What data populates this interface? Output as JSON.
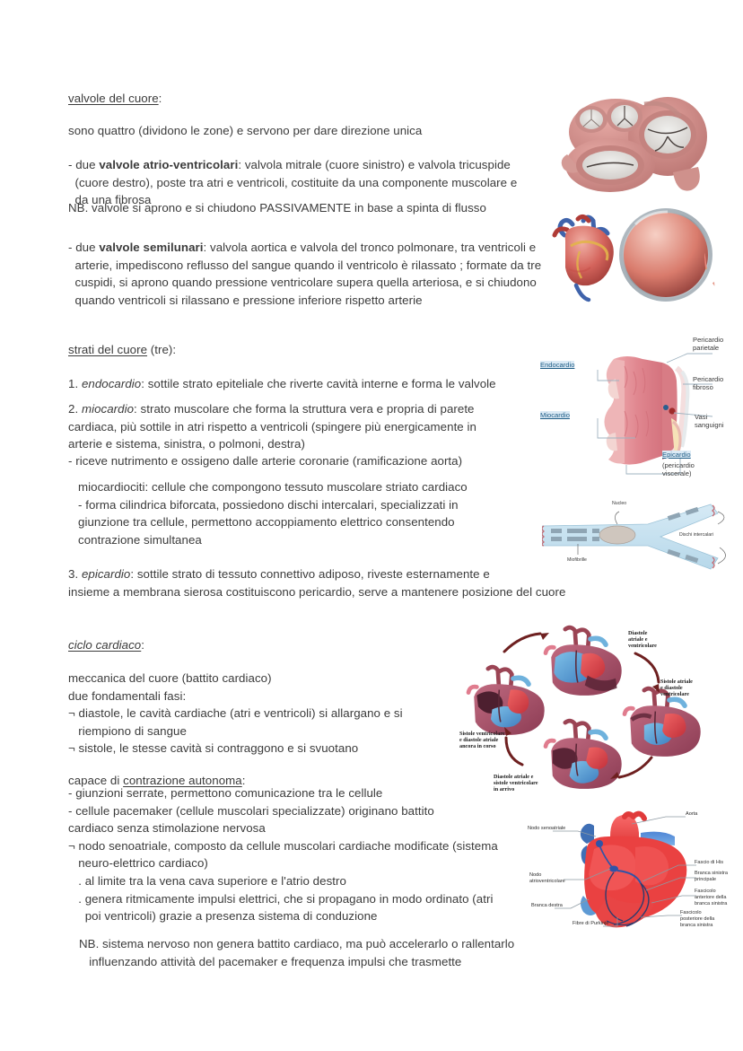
{
  "document": {
    "language": "it",
    "topic": "Anatomia del cuore - valvole, strati, ciclo cardiaco"
  },
  "sections": {
    "valvole": {
      "heading": "valvole del cuore",
      "heading_suffix": ":",
      "intro": "sono quattro (dividono le zone) e servono per dare direzione unica",
      "bullet1_prefix": "- due ",
      "bullet1_bold": "valvole atrio-ventricolari",
      "bullet1_rest": ": valvola mitrale (cuore sinistro) e valvola tricuspide\n  (cuore destro), poste tra atri e ventricoli, costituite da una componente muscolare e\n  da una fibrosa",
      "nb1": "NB. valvole si aprono e si chiudono PASSIVAMENTE in base a spinta di flusso",
      "bullet2_prefix": "- due ",
      "bullet2_bold": "valvole semilunari",
      "bullet2_rest": ": valvola aortica e valvola del tronco polmonare, tra ventricoli e\n  arterie, impediscono reflusso del sangue quando il ventricolo è rilassato ; formate da tre\n  cuspidi, si aprono quando pressione ventricolare supera quella arteriosa, e si chiudono\n  quando ventricoli si rilassano e pressione inferiore rispetto arterie"
    },
    "strati": {
      "heading": "strati del cuore",
      "heading_suffix": " (tre):",
      "item1_num": "1. ",
      "item1_term": "endocardio",
      "item1_rest": ": sottile strato epiteliale che riverte cavità interne e forma le valvole",
      "item2_num": "2. ",
      "item2_term": "miocardio",
      "item2_rest": ": strato muscolare che forma la struttura vera e propria di parete\ncardiaca, più sottile in atri rispetto a ventricoli (spingere più energicamente in\narterie e sistema, sinistra, o polmoni, destra)",
      "item2_sub": "- riceve nutrimento e ossigeno dalle arterie coronarie (ramificazione aorta)",
      "mio_block": "miocardiociti: cellule che compongono tessuto muscolare striato cardiaco\n- forma cilindrica biforcata, possiedono dischi intercalari, specializzati in\ngiunzione tra cellule, permettono accoppiamento elettrico consentendo\ncontrazione simultanea",
      "item3_num": "3. ",
      "item3_term": "epicardio",
      "item3_rest": ": sottile strato di tessuto connettivo adiposo, riveste esternamente e\ninsieme a membrana sierosa costituiscono pericardio, serve a mantenere posizione del cuore"
    },
    "ciclo": {
      "heading": "ciclo cardiaco",
      "heading_suffix": ":",
      "para1": "meccanica del cuore (battito cardiaco)\ndue fondamentali fasi:\n¬ diastole, le cavità cardiache (atri e ventricoli) si allargano e si\n   riempiono di sangue\n¬ sistole, le stesse cavità si contraggono e si svuotano",
      "capace_prefix": "capace di ",
      "capace_underline": "contrazione autonoma",
      "capace_suffix": ":",
      "para2": "- giunzioni serrate, permettono comunicazione tra le cellule\n- cellule pacemaker (cellule muscolari specializzate) originano battito\ncardiaco senza stimolazione nervosa\n¬ nodo senoatriale, composto da cellule muscolari cardiache modificate (sistema\n   neuro-elettrico cardiaco)\n   . al limite tra la vena cava superiore e l'atrio destro\n   . genera ritmicamente impulsi elettrici, che si propagano in modo ordinato (atri\n     poi ventricoli) grazie a presenza sistema di conduzione",
      "nb2": "NB. sistema nervoso non genera battito cardiaco, ma può accelerarlo o rallentarlo\n   influenzando attività del pacemaker e frequenza impulsi che trasmette"
    }
  },
  "figures": {
    "valve_plane": {
      "caption": "",
      "alt": "piano valvolare del cuore visto dall'alto con quattro valvole"
    },
    "heart_magnified": {
      "alt": "cuore con lente di ingrandimento su sezione interna"
    },
    "layers": {
      "alt": "sezione di parete cardiaca con strati",
      "labels": [
        {
          "text": "Pericardio\nparietale",
          "blue": false
        },
        {
          "text": "Pericardio\nfibroso",
          "blue": false
        },
        {
          "text": "Vasi\nsanguigni",
          "blue": false
        },
        {
          "text": "Endocardio",
          "blue": true
        },
        {
          "text": "Miocardio",
          "blue": true
        },
        {
          "text": "Epicardio",
          "blue": true
        },
        {
          "text": "(pericardio\nviscerale)",
          "blue": false
        }
      ]
    },
    "myocyte": {
      "alt": "miocardiocita con dischi intercalari",
      "labels": [
        "Nucleo",
        "Dischi intercalari",
        "Miofibrille"
      ]
    },
    "cycle": {
      "alt": "ciclo cardiaco in quattro fasi disposte in cerchio",
      "labels": [
        "Diastole\natriale e\nventricolare",
        "Sistole atriale\ne diastole\nventricolare",
        "Diastole atriale e\nsistole ventricolare\nin arrivo",
        "Sistole ventricolare\ne diastole atriale\nancora in corso"
      ]
    },
    "conduction": {
      "alt": "sistema di conduzione del cuore",
      "labels": [
        "Aorta",
        "Nodo senoatriale",
        "Nodo\natrioventricolare",
        "Branca destra",
        "Fibre di Purkinje",
        "Fascio di His",
        "Branca sinistra\nprincipale",
        "Fascicolo\nanteriore della\nbranca sinistra",
        "Fascicolo\nposteriore della\nbranca sinistra"
      ]
    }
  },
  "colors": {
    "text": "#3b3b3b",
    "label_blue": "#1f5d86",
    "label_blue_bg": "#dbeaf5",
    "tissue_pink": "#e08f92",
    "tissue_red": "#c9383f",
    "vein_blue": "#3f6fb5",
    "arrow_dark": "#6e2020"
  }
}
